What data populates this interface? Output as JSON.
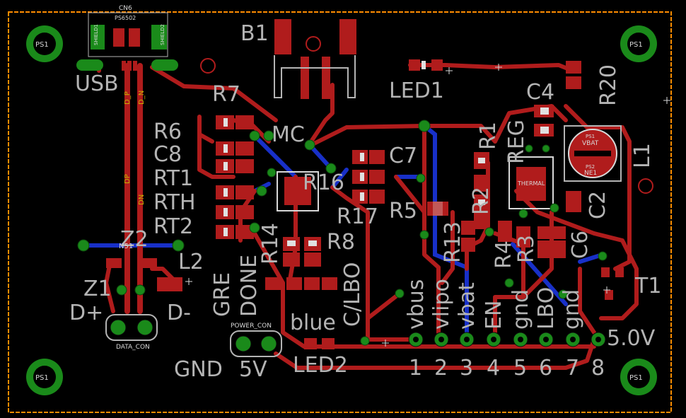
{
  "board": {
    "frame_color": "#ff8c00",
    "background": "#000000",
    "top_copper": "#b01c1c",
    "bottom_copper": "#1830c8",
    "via_color": "#1a8a1a",
    "silk_color": "#b4b4b4"
  },
  "mount_holes": [
    "PS1",
    "PS1",
    "PS1",
    "PS1"
  ],
  "labels": {
    "usb": "USB",
    "b1": "B1",
    "led1": "LED1",
    "r7": "R7",
    "mc": "MC",
    "r6": "R6",
    "c8": "C8",
    "rt1": "RT1",
    "rth": "RTH",
    "rt2": "RT2",
    "r16": "R16",
    "c7": "C7",
    "r17": "R17",
    "r5": "R5",
    "r14": "R14",
    "r8": "R8",
    "c4": "C4",
    "r20": "R20",
    "r1": "R1",
    "reg": "REG",
    "l1": "L1",
    "r2": "R2",
    "r13": "R13",
    "c2": "C2",
    "c6": "C6",
    "r4": "R4",
    "r3": "R3",
    "t1": "T1",
    "z2": "Z2",
    "z1": "Z1",
    "l2": "L2",
    "dplus": "D+",
    "dminus": "D-",
    "gre": "GRE",
    "done": "DONE",
    "clbo": "C/LBO",
    "blue": "blue",
    "gnd": "GND",
    "fivev_small": "5V",
    "led2": "LED2",
    "vbus": "vbus",
    "vlipo": "vlipo",
    "vbat": "vbat",
    "en": "EN",
    "gnd2": "gnd",
    "lbo": "LBO",
    "gnd3": "gnd",
    "fivev": "5.0V",
    "power_con": "POWER_CON",
    "data_con": "DATA_CON",
    "d_p": "D_P",
    "d_n": "D_N",
    "dp_small": "DP",
    "dn_small": "DN",
    "n51": "N51",
    "pin_numbers": [
      "1",
      "2",
      "3",
      "4",
      "5",
      "6",
      "7",
      "8"
    ],
    "vbat_pad": "VBAT",
    "ps1_pad": "PS1",
    "ps2_pad": "PS2",
    "ne1_pad": "NE1",
    "shield1": "SHIELD1",
    "shield2": "SHIELD2",
    "thermal": "THERMAL",
    "cn6": "CN6",
    "ps6502": "PS6502"
  }
}
